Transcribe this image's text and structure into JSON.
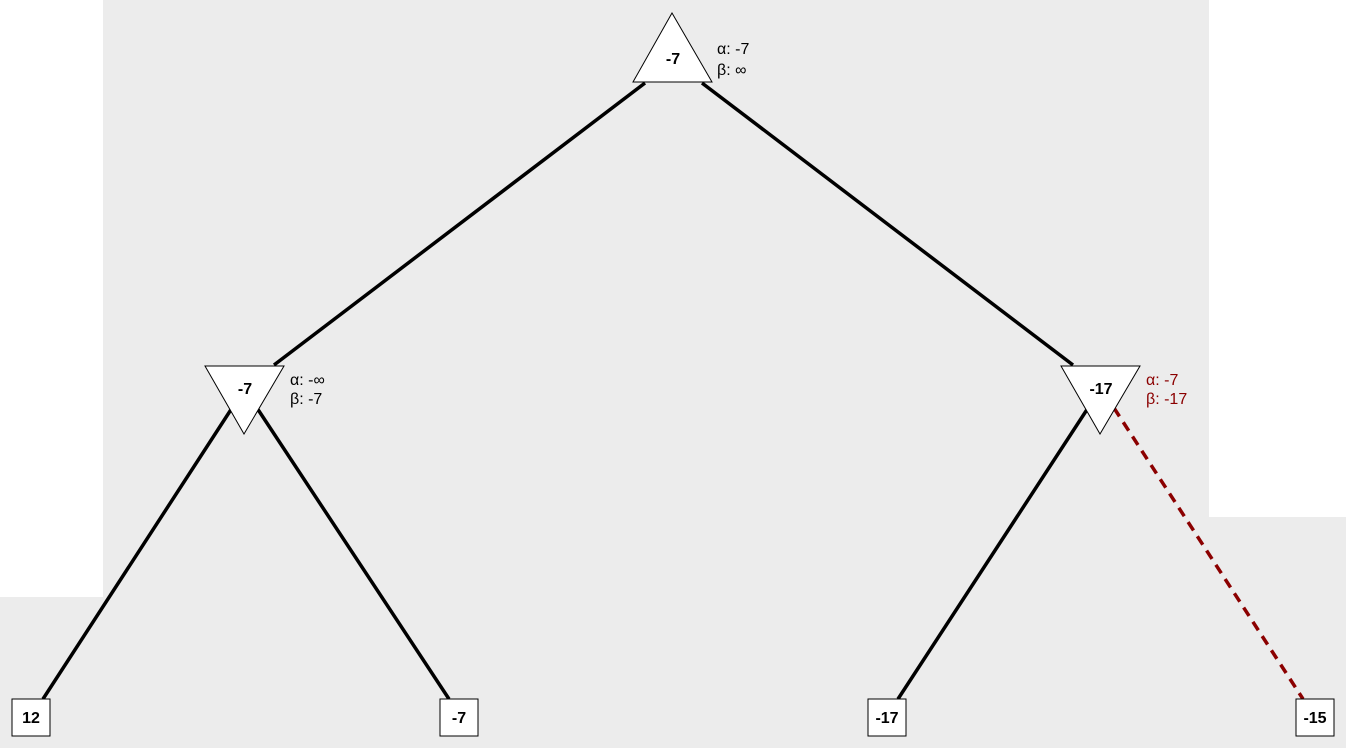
{
  "colors": {
    "background_panel": "#ececec",
    "page": "#ffffff",
    "edge": "#000000",
    "pruned": "#8b0000",
    "node_fill": "#ffffff",
    "text": "#000000"
  },
  "tree": {
    "root": {
      "kind": "max",
      "value": "-7",
      "alpha": "α: -7",
      "beta": "β: ∞",
      "pruned": false
    },
    "min_nodes": [
      {
        "kind": "min",
        "value": "-7",
        "alpha": "α: -∞",
        "beta": "β: -7",
        "pruned": false
      },
      {
        "kind": "min",
        "value": "-17",
        "alpha": "α: -7",
        "beta": "β: -17",
        "pruned": true
      }
    ],
    "leaves": [
      {
        "value": "12",
        "edge_pruned": false
      },
      {
        "value": "-7",
        "edge_pruned": false
      },
      {
        "value": "-17",
        "edge_pruned": false
      },
      {
        "value": "-15",
        "edge_pruned": true
      }
    ]
  }
}
